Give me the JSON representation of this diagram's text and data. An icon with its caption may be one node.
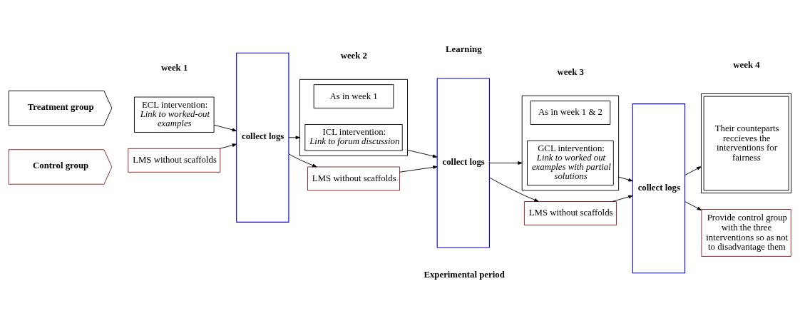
{
  "diagram": {
    "nodes": [
      {
        "text": [
          "Treatment group"
        ]
      },
      {
        "text": [
          "ECL intervention:",
          "Link to worked-out examples"
        ]
      },
      {
        "text": [
          "collect logs"
        ]
      },
      {
        "text": [],
        "shape": "box"
      },
      {
        "text": [
          "As in week 1"
        ],
        "in": 3
      },
      {
        "text": [
          "ICL intervention:",
          "Link to forum discussion"
        ],
        "in": 3
      },
      {
        "text": [
          "collect logs"
        ]
      },
      {
        "text": [],
        "shape": "box"
      },
      {
        "text": [
          "As in week 1 & 2"
        ],
        "in": 7
      },
      {
        "text": [
          "GCL intervention:",
          "Link to worked out examples with partial solutions"
        ],
        "in": 7
      },
      {
        "text": [
          "collect logs"
        ]
      },
      {
        "text": [
          "Their counteparts reccieves the interventions for fairness"
        ]
      },
      {
        "text": [
          "Control group"
        ]
      },
      {
        "text": [
          "LMS without scaffolds"
        ]
      },
      {
        "text": [
          "LMS without scaffolds"
        ]
      },
      {
        "text": [
          "LMS without scaffolds"
        ]
      },
      {
        "text": [
          "Provide control group with the three interventions so as not to disadvantage them"
        ]
      }
    ],
    "edges": [
      {
        "from": 1,
        "to": 2,
        "arrow": "to"
      },
      {
        "from": 2,
        "to": 3,
        "arrow": "to"
      },
      {
        "from": 3,
        "to": 6,
        "arrow": "to"
      },
      {
        "from": 6,
        "to": 7,
        "arrow": "to"
      },
      {
        "from": 7,
        "to": 10,
        "arrow": "to"
      },
      {
        "from": 10,
        "to": 11,
        "arrow": "to"
      },
      {
        "from": 13,
        "to": 2,
        "arrow": "to"
      },
      {
        "from": 2,
        "to": 14,
        "arrow": "to"
      },
      {
        "from": 14,
        "to": 6,
        "arrow": "to"
      },
      {
        "from": 6,
        "to": 15,
        "arrow": "to"
      },
      {
        "from": 15,
        "to": 10,
        "arrow": "to"
      },
      {
        "from": 10,
        "to": 16,
        "arrow": "to"
      }
    ],
    "labels": [
      "Learning",
      "week 1",
      "week 2",
      "week 3",
      "week 4",
      "Experimental period"
    ]
  }
}
